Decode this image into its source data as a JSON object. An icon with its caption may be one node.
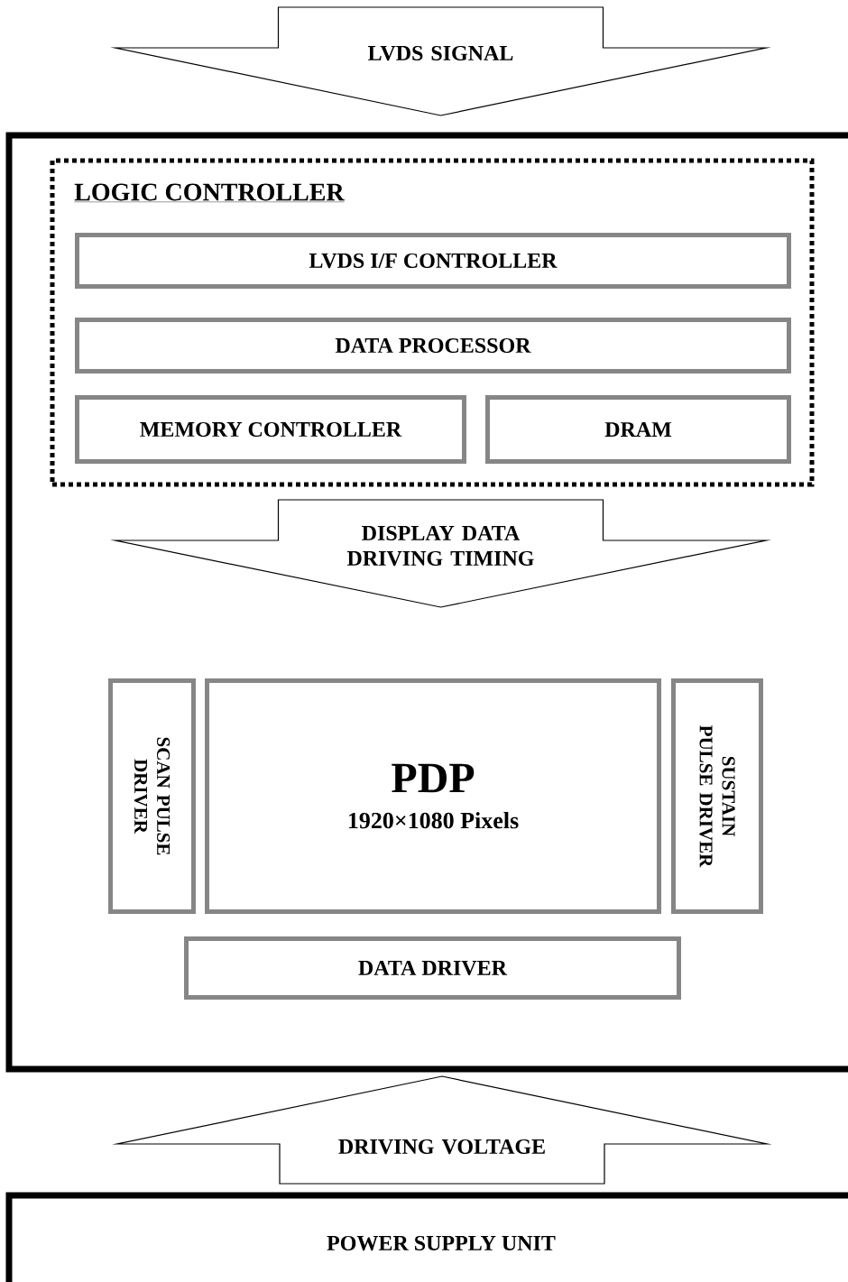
{
  "diagram": {
    "nodes": [
      {
        "text": [
          "LVDS SIGNAL"
        ]
      },
      {
        "text": [],
        "shape": "box"
      },
      {
        "text": [
          "LOGIC  CONTROLLER"
        ],
        "in": 1
      },
      {
        "text": [
          "LVDS I/F CONTROLLER"
        ],
        "in": 2
      },
      {
        "text": [
          "DATA PROCESSOR"
        ],
        "in": 2
      },
      {
        "text": [
          "MEMORY CONTROLLER"
        ],
        "in": 2
      },
      {
        "text": [
          "DRAM"
        ],
        "in": 2
      },
      {
        "text": [
          "DISPLAY DATA DRIVING TIMING"
        ],
        "in": 1
      },
      {
        "text": [
          "SCAN PULSE DRIVER"
        ],
        "in": 1
      },
      {
        "text": [
          "PDP",
          "1920×1080 Pixels"
        ],
        "in": 1
      },
      {
        "text": [
          "SUSTAIN PULSE DRIVER"
        ],
        "in": 1
      },
      {
        "text": [
          "DATA DRIVER"
        ],
        "in": 1
      },
      {
        "text": [
          "DRIVING VOLTAGE"
        ]
      },
      {
        "text": [
          "POWER SUPPLY UNIT"
        ]
      }
    ]
  }
}
